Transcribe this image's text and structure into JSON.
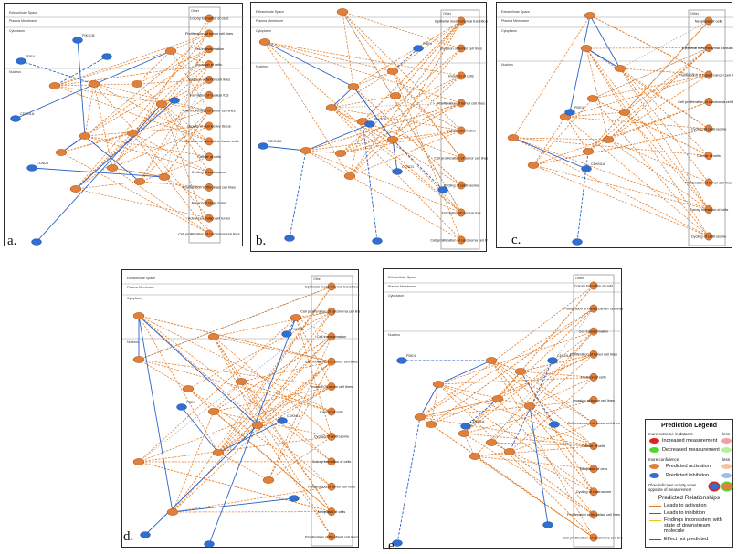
{
  "panels": [
    {
      "label": "a.",
      "compartments": [
        "Extracellular Space",
        "Plasma Membrane",
        "Cytoplasm",
        "Nucleus"
      ],
      "other_label": "Other",
      "functions": [
        "Colony formation of cells",
        "Proliferation of tumor cell lines",
        "Cell transformation",
        "Invasion of cells",
        "Invasion of tumor cell lines",
        "Formation of nuclear foci",
        "Cell movement of tumor cell lines",
        "Growth of connective tissue",
        "Proliferation of connective tissue cells",
        "Cancer of cells",
        "Cycling of centrosome",
        "Proliferation of fibroblast cell lines",
        "Advanced stage tumor",
        "Advanced malignant tumor",
        "Cell proliferation of carcinoma cell lines"
      ],
      "node_labels": [
        "PIK3CB",
        "PDE4",
        "CDKN1A",
        "CCND1"
      ]
    },
    {
      "label": "b.",
      "compartments": [
        "Extracellular Space",
        "Plasma Membrane",
        "Cytoplasm",
        "Nucleus"
      ],
      "other_label": "Other",
      "functions": [
        "Epithelial mesenchymal transition",
        "Invasion of tumor cell lines",
        "Invasion of cells",
        "Proliferation of tumor cell lines",
        "Cell transformation",
        "Cell proliferation of tumor cell lines",
        "Cycling of centrosome",
        "Formation of nuclear foci",
        "Cell proliferation of carcinoma cell lines"
      ],
      "node_labels": [
        "PDE4",
        "PIK3CB",
        "CDKN1A",
        "CCND1"
      ]
    },
    {
      "label": "c.",
      "compartments": [
        "Extracellular Space",
        "Plasma Membrane",
        "Cytoplasm",
        "Nucleus"
      ],
      "other_label": "Other",
      "functions": [
        "Neoplasia of cells",
        "Epithelial mesenchymal transition",
        "Proliferation of breast cancer cell lines",
        "Cell proliferation of carcinoma cell lines",
        "Cycling of centrosome",
        "Cancer of cells",
        "Proliferation of tumor cell lines",
        "Colony formation of cells",
        "Cycling of centrosome"
      ],
      "node_labels": [
        "PDE4",
        "CDKN1A"
      ]
    },
    {
      "label": "d.",
      "compartments": [
        "Extracellular Space",
        "Plasma Membrane",
        "Cytoplasm",
        "Nucleus"
      ],
      "other_label": "Other",
      "functions": [
        "Epithelial mesenchymal transition",
        "Cell proliferation of carcinoma cell lines",
        "Cell transformation",
        "Cell movement of tumor cell lines",
        "Invasion of tumor cell lines",
        "Cancer of cells",
        "Cycling of centrosome",
        "Colony formation of cells",
        "Proliferation of tumor cell lines",
        "Neoplasia of cells",
        "Proliferation of fibroblast cell lines"
      ],
      "node_labels": [
        "PIK3CB",
        "PDE4",
        "CDKN1A"
      ]
    },
    {
      "label": "e.",
      "compartments": [
        "Extracellular Space",
        "Plasma Membrane",
        "Cytoplasm",
        "Nucleus"
      ],
      "other_label": "Other",
      "functions": [
        "Colony formation of cells",
        "Proliferation of breast cancer cell lines",
        "Cell transformation",
        "Proliferation of tumor cell lines",
        "Invasion of cells",
        "Invasion of tumor cell lines",
        "Cell movement of tumor cell lines",
        "Cancer of cells",
        "Neoplasia of cells",
        "Cycling of centrosome",
        "Proliferation of fibroblast cell lines",
        "Cell proliferation of carcinoma cell lines"
      ],
      "node_labels": [
        "PDE4",
        "CDKN1A",
        "CDKN1A"
      ]
    }
  ],
  "legend": {
    "title": "Prediction Legend",
    "extreme_label": "more extreme in dataset",
    "less_label": "less",
    "increased": "Increased measurement",
    "decreased": "Decreased measurement",
    "confidence_label": "more confidence",
    "less_label2": "less",
    "pred_activation": "Predicted activation",
    "pred_inhibition": "Predicted inhibition",
    "glow_note": "Glow indicates activity when opposite of measurement",
    "relationships_title": "Predicted Relationships",
    "leads_activation": "Leads to activation",
    "leads_inhibition": "Leads to inhibition",
    "findings": "Findings inconsistent with state of downstream molecule",
    "not_predicted": "Effect not predicted"
  },
  "colors": {
    "activation": "#e07b27",
    "inhibition": "#2c63c9",
    "node_orange": "#e0803a",
    "node_blue": "#2f6fd1",
    "increased": "#e11f1f",
    "decreased": "#53d62c",
    "findings": "#e8c42a",
    "not_predicted": "#555555"
  }
}
